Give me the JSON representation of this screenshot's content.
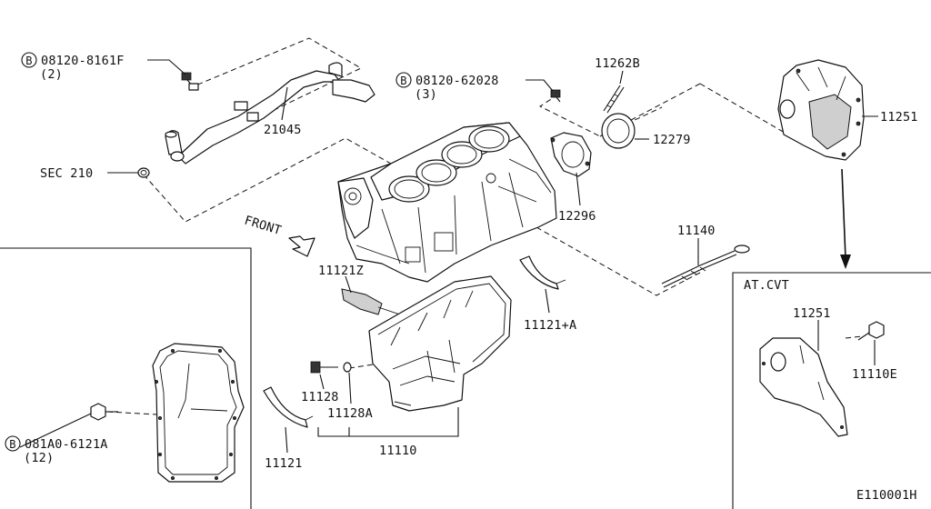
{
  "parts": {
    "bolt_tl_code": "08120-8161F",
    "bolt_tl_qty": "(2)",
    "bolt_mid_code": "08120-62028",
    "bolt_mid_qty": "(3)",
    "bolt_bl_code": "081A0-6121A",
    "bolt_bl_qty": "(12)",
    "b_marker": "B",
    "p21045": "21045",
    "sec210": "SEC 210",
    "front": "FRONT",
    "p11262b": "11262B",
    "p12279": "12279",
    "p12296": "12296",
    "p11251": "11251",
    "p11140": "11140",
    "p11121z": "11121Z",
    "p11121a": "11121+A",
    "p11128": "11128",
    "p11128a": "11128A",
    "p11110": "11110",
    "p11121": "11121",
    "at_cvt_title": "AT.CVT",
    "inset_11251": "11251",
    "inset_11110e": "11110E",
    "diagram_code": "E110001H"
  }
}
